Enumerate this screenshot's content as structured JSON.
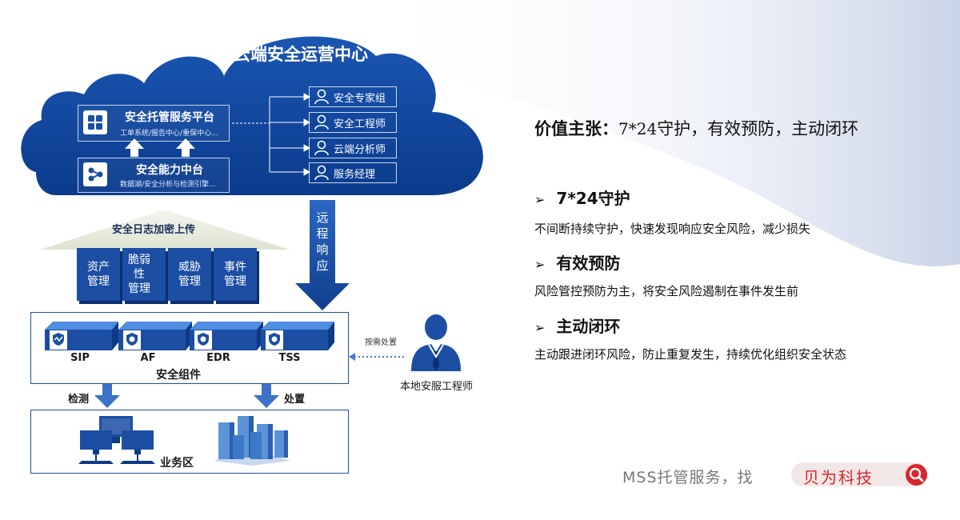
{
  "cloud": {
    "title": "云端安全运营中心",
    "platform1": {
      "title": "安全托管服务平台",
      "sub": "工单系统/报告中心/重保中心..."
    },
    "platform2": {
      "title": "安全能力中台",
      "sub": "数据湖/安全分析与检测引擎..."
    },
    "roles": [
      "安全专家组",
      "安全工程师",
      "云端分析师",
      "服务经理"
    ]
  },
  "roof_label": "安全日志加密上传",
  "pillars": [
    {
      "line1": "资产",
      "line2": "管理"
    },
    {
      "line1": "脆弱性",
      "line2": "管理"
    },
    {
      "line1": "威胁",
      "line2": "管理"
    },
    {
      "line1": "事件",
      "line2": "管理"
    }
  ],
  "remote_response": [
    "远",
    "程",
    "响",
    "应"
  ],
  "components": {
    "title": "安全组件",
    "devices": [
      "SIP",
      "AF",
      "EDR",
      "TSS"
    ]
  },
  "flows": {
    "detect": "检测",
    "dispose": "处置"
  },
  "business_zone": "业务区",
  "on_demand": "按需处置",
  "local_engineer": "本地安服工程师",
  "value": {
    "label": "价值主张：",
    "text_a": "7*24",
    "text_b": "守护，有效预防，主动闭环"
  },
  "points": [
    {
      "title": "7*24守护",
      "desc": "不间断持续守护，快速发现响应安全风险，减少损失"
    },
    {
      "title": "有效预防",
      "desc": "风险管控预防为主，将安全风险遏制在事件发生前"
    },
    {
      "title": "主动闭环",
      "desc": "主动跟进闭环风险，防止重复发生，持续优化组织安全状态"
    }
  ],
  "slogan": "MSS托管服务，找",
  "brand": "贝为科技",
  "colors": {
    "primary": "#1c4ea3",
    "dark": "#0c3a86",
    "brand_red": "#d9262c"
  },
  "icons": [
    "grid-icon",
    "network-icon",
    "user-icon",
    "search-icon",
    "shield-icon",
    "engineer-icon",
    "monitor-icon",
    "server-icon"
  ]
}
